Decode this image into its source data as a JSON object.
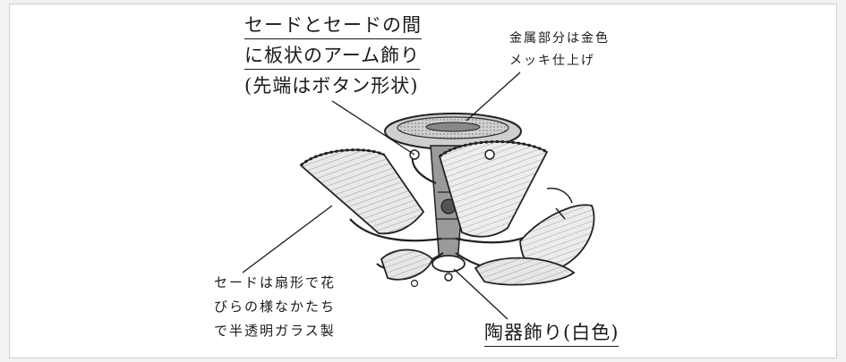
{
  "annotations": {
    "arm": {
      "line1": "セードとセードの間",
      "line2": "に板状のアーム飾り",
      "line3": "(先端はボタン形状)"
    },
    "metal": {
      "line1": "金属部分は金色",
      "line2": "メッキ仕上げ"
    },
    "shade": {
      "line1": "セードは扇形で花",
      "line2": "びらの様なかたち",
      "line3": "で半透明ガラス製"
    },
    "ceramic": {
      "line1": "陶器飾り(白色)"
    }
  }
}
